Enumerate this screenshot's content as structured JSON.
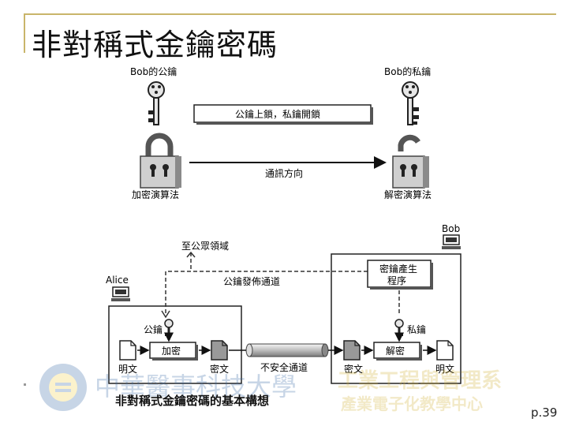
{
  "slide": {
    "title": "非對稱式金鑰密碼",
    "caption": "非對稱式金鑰密碼的基本構想",
    "page_number": "p.39"
  },
  "top_diagram": {
    "public_key_label": "Bob的公鑰",
    "private_key_label": "Bob的私鑰",
    "lock_unlock_note": "公鑰上鎖，私鑰開鎖",
    "direction_label": "通訊方向",
    "encrypt_algo_label": "加密演算法",
    "decrypt_algo_label": "解密演算法"
  },
  "bottom_diagram": {
    "bob_label": "Bob",
    "alice_label": "Alice",
    "public_domain_label": "至公眾領域",
    "publish_channel_label": "公鑰發佈通道",
    "keygen_label_line1": "密鑰產生",
    "keygen_label_line2": "程序",
    "public_key_label": "公鑰",
    "private_key_label": "私鑰",
    "encrypt_label": "加密",
    "decrypt_label": "解密",
    "plaintext_left_label": "明文",
    "ciphertext_left_label": "密文",
    "insecure_channel_label": "不安全通道",
    "ciphertext_right_label": "密文",
    "plaintext_right_label": "明文"
  },
  "watermark": {
    "text_left": "中華醫事科技大學",
    "text_right_line1": "工業工程與管理系",
    "text_right_line2": "產業電子化教學中心"
  },
  "colors": {
    "accent_line": "#c9b56a",
    "lock_fill": "#cfcfcf",
    "key_fill": "#e6e6e6"
  }
}
